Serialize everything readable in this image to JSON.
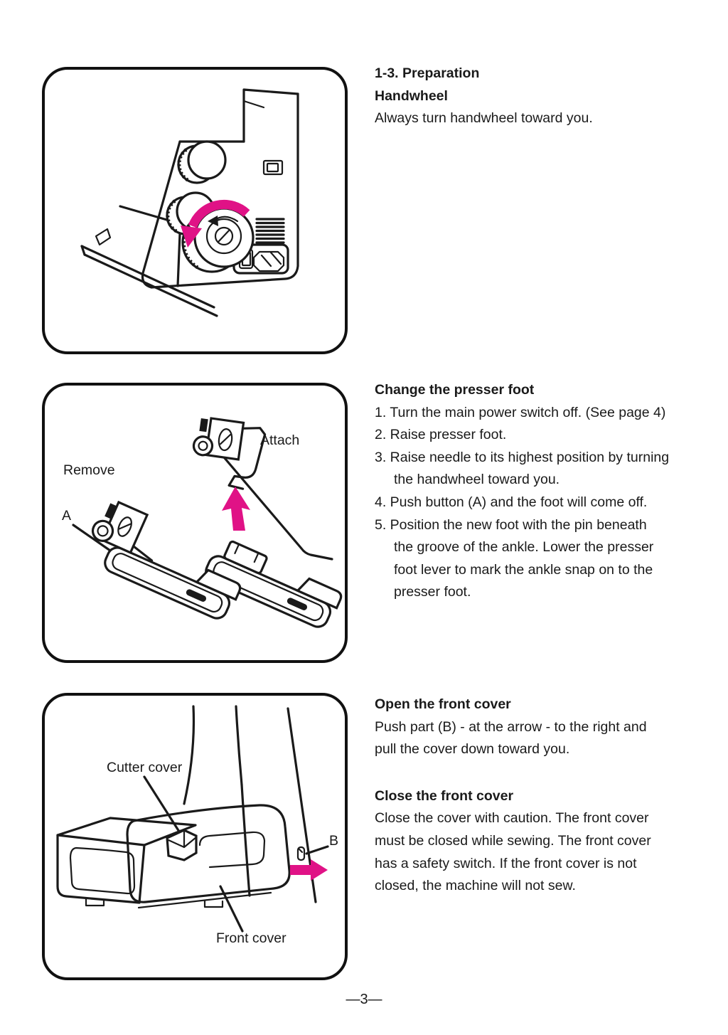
{
  "page": {
    "number": "—3—"
  },
  "colors": {
    "accent": "#e01286",
    "ink": "#1a1a1a"
  },
  "sections": {
    "preparation": {
      "title": "1-3. Preparation",
      "subtitle": "Handwheel",
      "body": "Always turn handwheel toward you."
    },
    "presser_foot": {
      "title": "Change the presser foot",
      "steps": [
        "1. Turn the main power switch off. (See page 4)",
        "2. Raise presser foot.",
        "3. Raise needle to its highest position by turning\nthe handwheel toward you.",
        "4. Push button (A) and the foot will come off.",
        "5. Position the new foot with the pin beneath\nthe groove of the ankle. Lower the presser\nfoot lever to mark the ankle snap on to the\npresser foot."
      ]
    },
    "front_cover": {
      "open_title": "Open the front cover",
      "open_body": "Push part (B) - at the arrow - to the right and\npull the cover down toward you.",
      "close_title": "Close the front cover",
      "close_body": "Close the cover with caution. The front cover\nmust be closed while sewing. The front cover\nhas a safety switch. If the front cover is not\nclosed, the machine will not sew."
    }
  },
  "figures": {
    "presser_foot": {
      "labels": {
        "remove": "Remove",
        "attach": "Attach",
        "button_a": "A"
      }
    },
    "front_cover": {
      "labels": {
        "cutter_cover": "Cutter cover",
        "part_b": "B",
        "front_cover": "Front cover"
      }
    }
  }
}
